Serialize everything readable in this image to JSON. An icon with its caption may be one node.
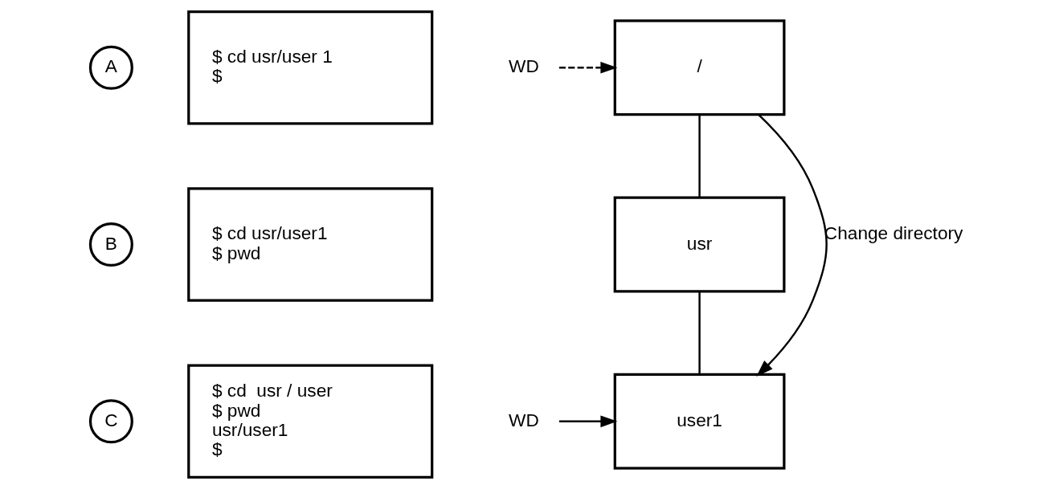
{
  "diagram": {
    "nodes": [
      {
        "text": [
          "A"
        ]
      },
      {
        "text": [
          "$ cd usr/user 1",
          "$"
        ]
      },
      {
        "text": [
          "B"
        ]
      },
      {
        "text": [
          "$ cd usr/user1",
          "$ pwd"
        ]
      },
      {
        "text": [
          "C"
        ]
      },
      {
        "text": [
          "$ cd  usr / user",
          "$ pwd",
          "usr/user1",
          "$"
        ]
      },
      {
        "text": [
          "WD"
        ]
      },
      {
        "text": [
          "/"
        ]
      },
      {
        "text": [
          "usr"
        ]
      },
      {
        "text": [
          "WD"
        ]
      },
      {
        "text": [
          "user1"
        ]
      }
    ],
    "edges": [
      {
        "from": 6,
        "to": 7,
        "arrow": "to",
        "style": "dashed"
      },
      {
        "from": 7,
        "to": 8,
        "arrow": "none"
      },
      {
        "from": 8,
        "to": 10,
        "arrow": "none"
      },
      {
        "from": 7,
        "to": 10,
        "arrow": "to",
        "label": "Change directory"
      },
      {
        "from": 9,
        "to": 10,
        "arrow": "to"
      }
    ]
  }
}
